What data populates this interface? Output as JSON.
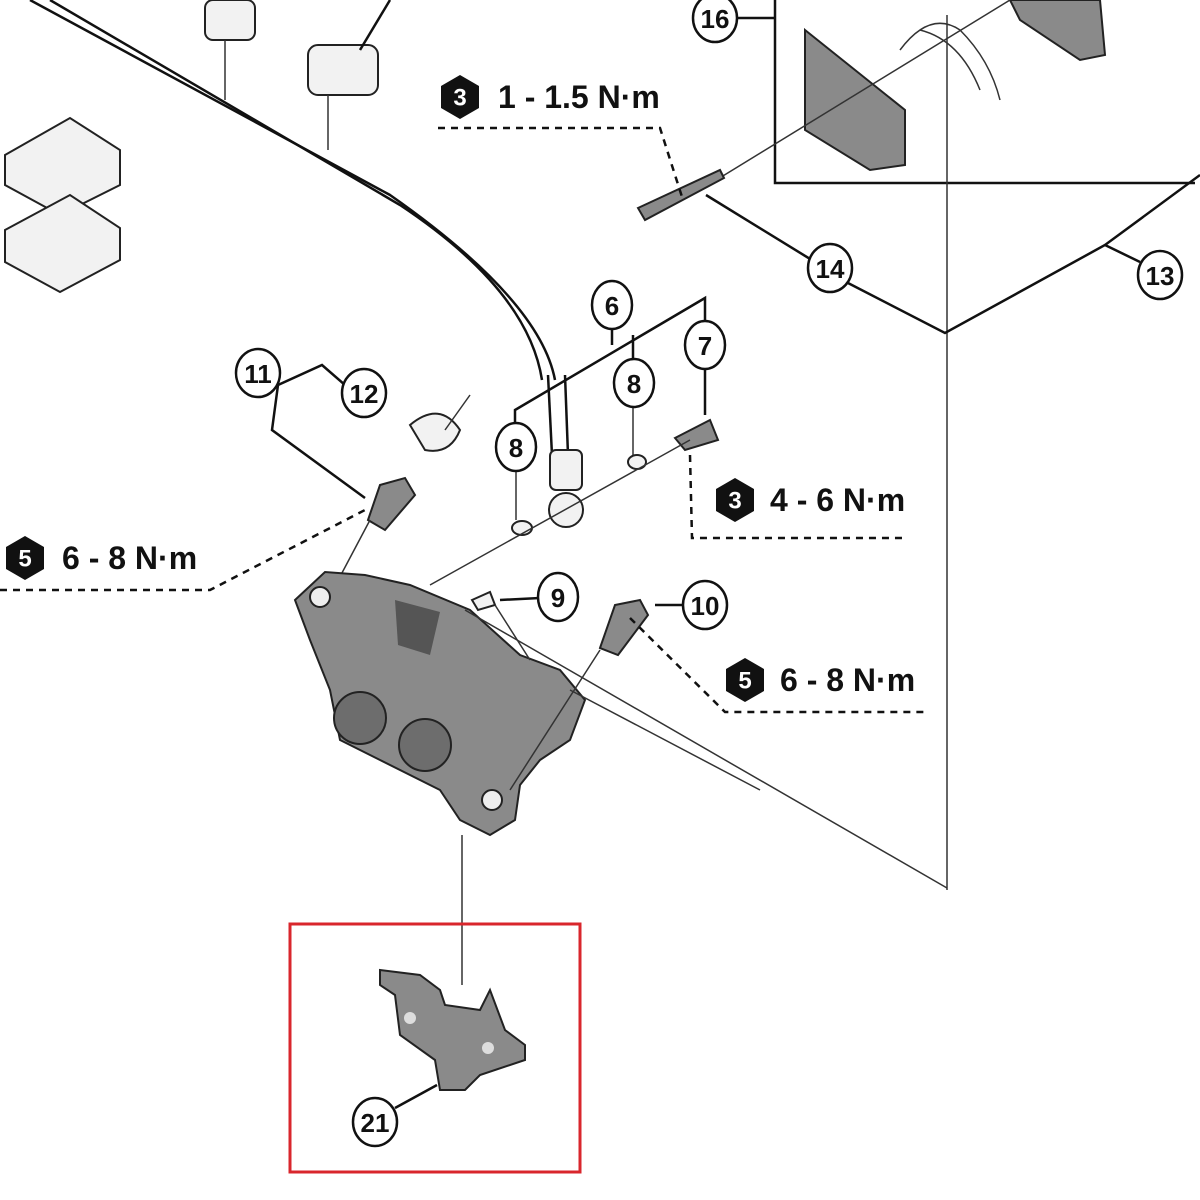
{
  "diagram": {
    "callouts": {
      "c16": "16",
      "c14": "14",
      "c13": "13",
      "c6": "6",
      "c7": "7",
      "c8a": "8",
      "c8b": "8",
      "c11": "11",
      "c12": "12",
      "c9": "9",
      "c10": "10",
      "c21": "21"
    },
    "torque_specs": [
      {
        "badge": "3",
        "value": "1 - 1.5 N·m"
      },
      {
        "badge": "3",
        "value": "4 - 6 N·m"
      },
      {
        "badge": "5",
        "value": "6 - 8 N·m"
      },
      {
        "badge": "5",
        "value": "6 - 8 N·m"
      }
    ],
    "highlight_color": "#d9262c"
  }
}
